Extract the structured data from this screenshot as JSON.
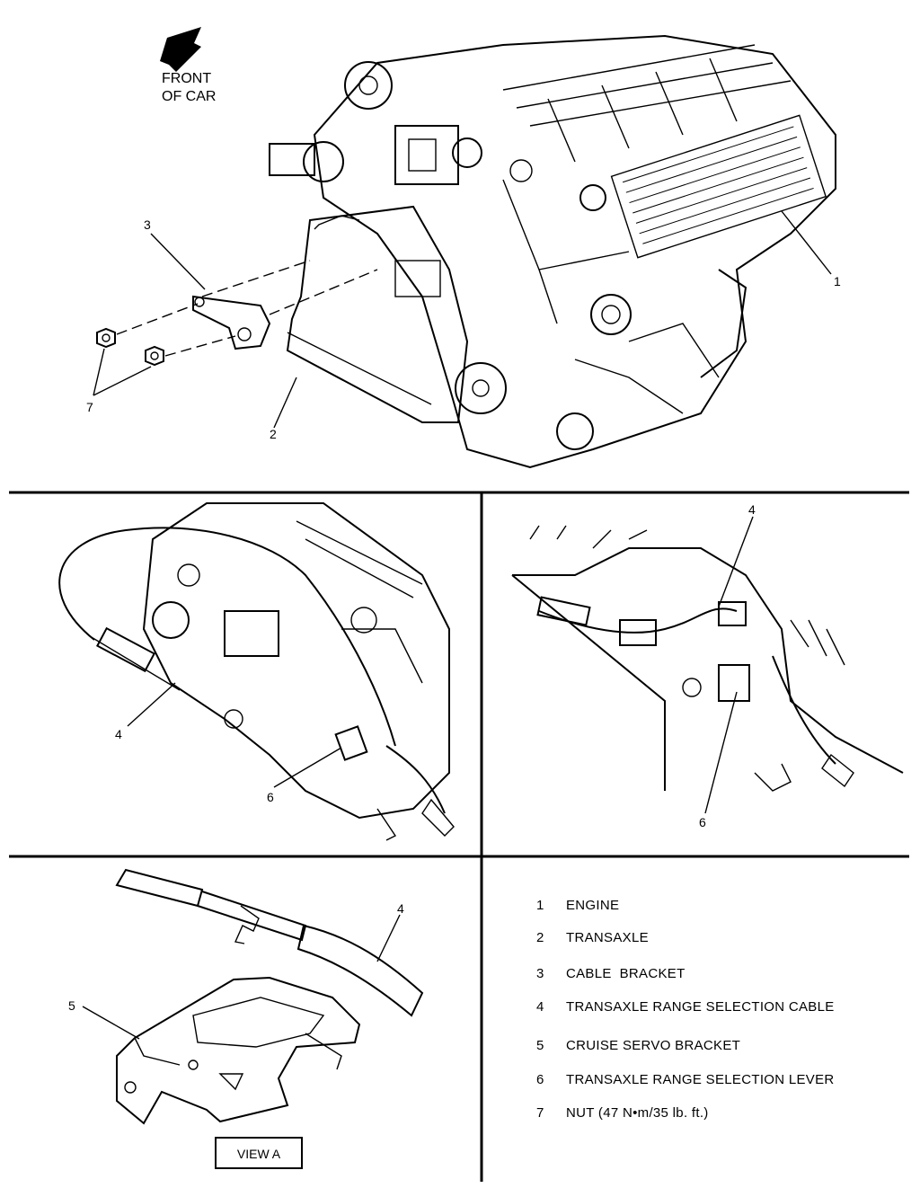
{
  "orientation": {
    "line1": "FRONT",
    "line2": "OF CAR"
  },
  "callouts": {
    "main": [
      "3",
      "1",
      "7",
      "2"
    ],
    "left_panel": [
      "4",
      "6"
    ],
    "right_panel": [
      "4",
      "6"
    ],
    "view_a": [
      "4",
      "5"
    ]
  },
  "view_label": "VIEW A",
  "legend": [
    {
      "num": "1",
      "text": "ENGINE"
    },
    {
      "num": "2",
      "text": "TRANSAXLE"
    },
    {
      "num": "3",
      "text": "CABLE  BRACKET"
    },
    {
      "num": "4",
      "text": "TRANSAXLE RANGE SELECTION CABLE"
    },
    {
      "num": "5",
      "text": "CRUISE SERVO BRACKET"
    },
    {
      "num": "6",
      "text": "TRANSAXLE RANGE SELECTION LEVER"
    },
    {
      "num": "7",
      "text": "NUT (47 N•m/35 lb. ft.)"
    }
  ]
}
